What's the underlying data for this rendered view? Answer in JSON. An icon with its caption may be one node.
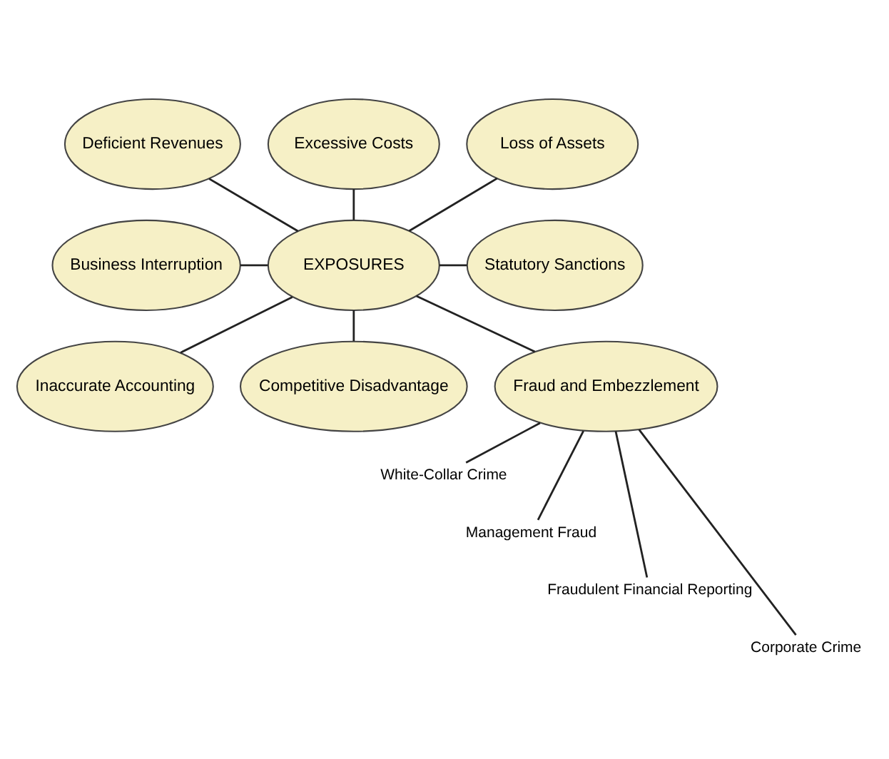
{
  "diagram": {
    "nodes": [
      {
        "text": [
          "Deficient Revenues"
        ]
      },
      {
        "text": [
          "Excessive Costs"
        ]
      },
      {
        "text": [
          "Loss of Assets"
        ]
      },
      {
        "text": [
          "Business Interruption"
        ]
      },
      {
        "text": [
          "EXPOSURES"
        ]
      },
      {
        "text": [
          "Statutory Sanctions"
        ]
      },
      {
        "text": [
          "Inaccurate Accounting"
        ]
      },
      {
        "text": [
          "Competitive Disadvantage"
        ]
      },
      {
        "text": [
          "Fraud and Embezzlement"
        ]
      },
      {
        "text": [
          "White-Collar Crime"
        ]
      },
      {
        "text": [
          "Management Fraud"
        ]
      },
      {
        "text": [
          "Fraudulent Financial Reporting"
        ]
      },
      {
        "text": [
          "Corporate Crime"
        ]
      }
    ],
    "edges": [
      {
        "from": 1,
        "to": 4,
        "arrow": "none"
      },
      {
        "from": 0,
        "to": 4,
        "arrow": "none"
      },
      {
        "from": 2,
        "to": 4,
        "arrow": "none"
      },
      {
        "from": 3,
        "to": 4,
        "arrow": "none"
      },
      {
        "from": 4,
        "to": 5,
        "arrow": "none"
      },
      {
        "from": 4,
        "to": 6,
        "arrow": "none"
      },
      {
        "from": 4,
        "to": 8,
        "arrow": "none"
      },
      {
        "from": 4,
        "to": 7,
        "arrow": "none"
      },
      {
        "from": 8,
        "to": 9,
        "arrow": "none"
      },
      {
        "from": 8,
        "to": 10,
        "arrow": "none"
      },
      {
        "from": 8,
        "to": 11,
        "arrow": "none"
      },
      {
        "from": 8,
        "to": 12,
        "arrow": "none"
      }
    ]
  }
}
